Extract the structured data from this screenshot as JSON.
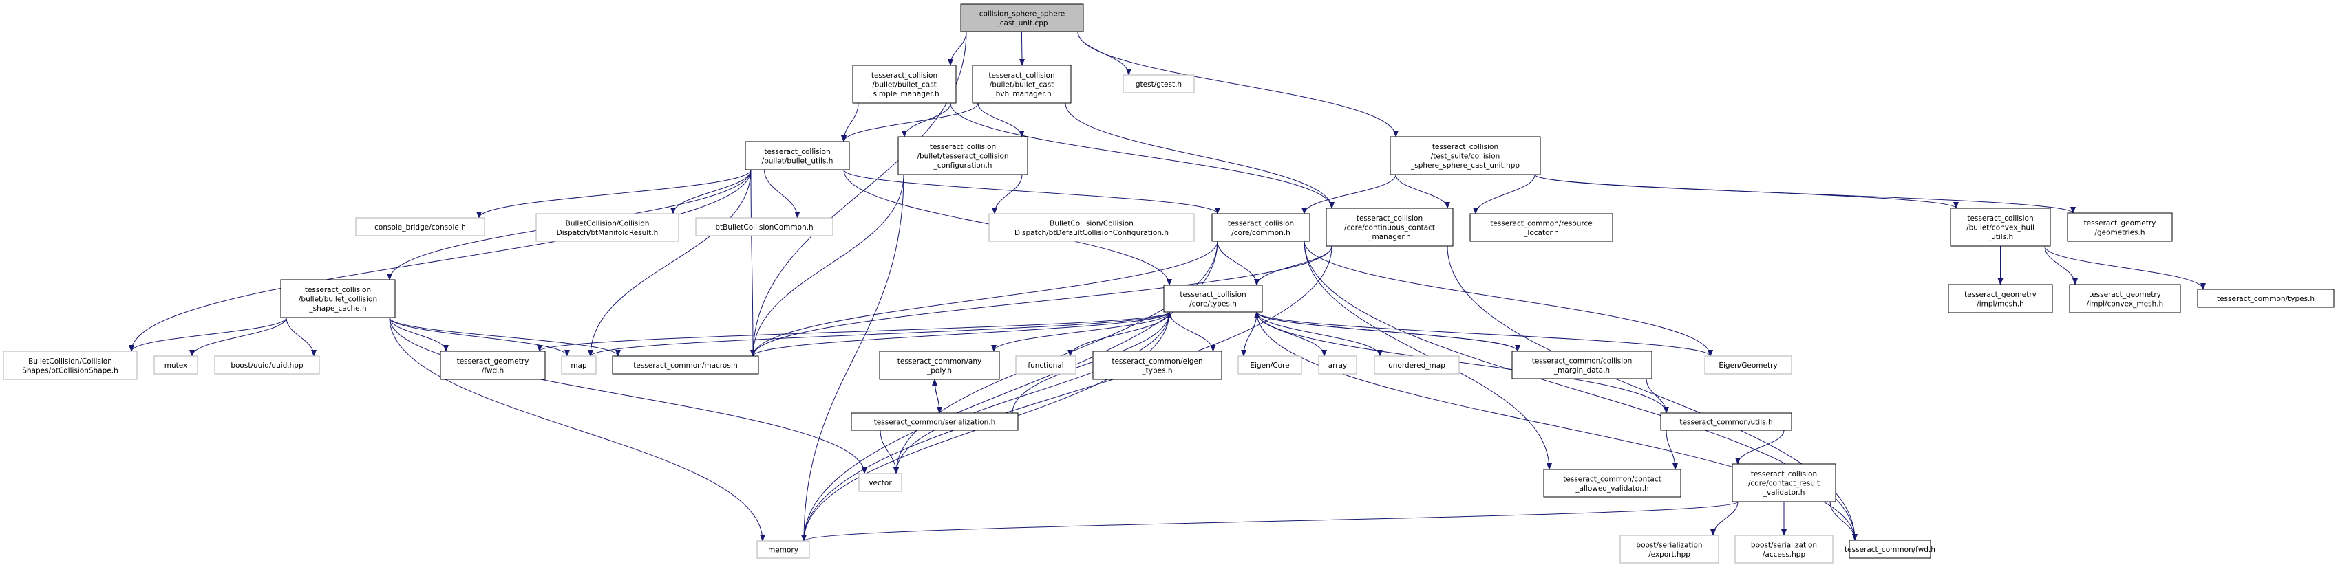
{
  "graph": {
    "edge_color": "#191970",
    "root_fill": "#bfbfbf",
    "documented_border": "#000000",
    "external_border": "#bfbfbf",
    "nodes": [
      {
        "id": "root",
        "lines": [
          "collision_sphere_sphere",
          "_cast_unit.cpp"
        ],
        "kind": "root"
      },
      {
        "id": "simple_mgr",
        "lines": [
          "tesseract_collision",
          "/bullet/bullet_cast",
          "_simple_manager.h"
        ],
        "kind": "doc"
      },
      {
        "id": "bvh_mgr",
        "lines": [
          "tesseract_collision",
          "/bullet/bullet_cast",
          "_bvh_manager.h"
        ],
        "kind": "doc"
      },
      {
        "id": "gtest",
        "lines": [
          "gtest/gtest.h"
        ],
        "kind": "ext"
      },
      {
        "id": "bullet_utils",
        "lines": [
          "tesseract_collision",
          "/bullet/bullet_utils.h"
        ],
        "kind": "doc"
      },
      {
        "id": "config",
        "lines": [
          "tesseract_collision",
          "/bullet/tesseract_collision",
          "_configuration.h"
        ],
        "kind": "doc"
      },
      {
        "id": "test_suite",
        "lines": [
          "tesseract_collision",
          "/test_suite/collision",
          "_sphere_sphere_cast_unit.hpp"
        ],
        "kind": "doc"
      },
      {
        "id": "console",
        "lines": [
          "console_bridge/console.h"
        ],
        "kind": "ext"
      },
      {
        "id": "manifold",
        "lines": [
          "BulletCollision/Collision",
          "Dispatch/btManifoldResult.h"
        ],
        "kind": "ext"
      },
      {
        "id": "btcommon",
        "lines": [
          "btBulletCollisionCommon.h"
        ],
        "kind": "ext"
      },
      {
        "id": "btdefault",
        "lines": [
          "BulletCollision/Collision",
          "Dispatch/btDefaultCollisionConfiguration.h"
        ],
        "kind": "ext"
      },
      {
        "id": "core_common",
        "lines": [
          "tesseract_collision",
          "/core/common.h"
        ],
        "kind": "doc"
      },
      {
        "id": "ccm",
        "lines": [
          "tesseract_collision",
          "/core/continuous_contact",
          "_manager.h"
        ],
        "kind": "doc"
      },
      {
        "id": "resource",
        "lines": [
          "tesseract_common/resource",
          "_locator.h"
        ],
        "kind": "doc"
      },
      {
        "id": "convex_hull",
        "lines": [
          "tesseract_collision",
          "/bullet/convex_hull",
          "_utils.h"
        ],
        "kind": "doc"
      },
      {
        "id": "geometries",
        "lines": [
          "tesseract_geometry",
          "/geometries.h"
        ],
        "kind": "doc"
      },
      {
        "id": "shape_cache",
        "lines": [
          "tesseract_collision",
          "/bullet/bullet_collision",
          "_shape_cache.h"
        ],
        "kind": "doc"
      },
      {
        "id": "mesh",
        "lines": [
          "tesseract_geometry",
          "/impl/mesh.h"
        ],
        "kind": "doc"
      },
      {
        "id": "convex_mesh",
        "lines": [
          "tesseract_geometry",
          "/impl/convex_mesh.h"
        ],
        "kind": "doc"
      },
      {
        "id": "common_types",
        "lines": [
          "tesseract_common/types.h"
        ],
        "kind": "doc"
      },
      {
        "id": "core_types",
        "lines": [
          "tesseract_collision",
          "/core/types.h"
        ],
        "kind": "doc"
      },
      {
        "id": "btshape",
        "lines": [
          "BulletCollision/Collision",
          "Shapes/btCollisionShape.h"
        ],
        "kind": "ext"
      },
      {
        "id": "mutex",
        "lines": [
          "mutex"
        ],
        "kind": "ext"
      },
      {
        "id": "uuid",
        "lines": [
          "boost/uuid/uuid.hpp"
        ],
        "kind": "ext"
      },
      {
        "id": "geom_fwd",
        "lines": [
          "tesseract_geometry",
          "/fwd.h"
        ],
        "kind": "doc"
      },
      {
        "id": "map",
        "lines": [
          "map"
        ],
        "kind": "ext"
      },
      {
        "id": "macros",
        "lines": [
          "tesseract_common/macros.h"
        ],
        "kind": "doc"
      },
      {
        "id": "any_poly",
        "lines": [
          "tesseract_common/any",
          "_poly.h"
        ],
        "kind": "doc"
      },
      {
        "id": "functional",
        "lines": [
          "functional"
        ],
        "kind": "ext"
      },
      {
        "id": "eigen_types",
        "lines": [
          "tesseract_common/eigen",
          "_types.h"
        ],
        "kind": "doc"
      },
      {
        "id": "eigen_core",
        "lines": [
          "Eigen/Core"
        ],
        "kind": "ext"
      },
      {
        "id": "array",
        "lines": [
          "array"
        ],
        "kind": "ext"
      },
      {
        "id": "unordered_map",
        "lines": [
          "unordered_map"
        ],
        "kind": "ext"
      },
      {
        "id": "margin",
        "lines": [
          "tesseract_common/collision",
          "_margin_data.h"
        ],
        "kind": "doc"
      },
      {
        "id": "eigen_geometry",
        "lines": [
          "Eigen/Geometry"
        ],
        "kind": "ext"
      },
      {
        "id": "serialization",
        "lines": [
          "tesseract_common/serialization.h"
        ],
        "kind": "doc"
      },
      {
        "id": "utils",
        "lines": [
          "tesseract_common/utils.h"
        ],
        "kind": "doc"
      },
      {
        "id": "vector",
        "lines": [
          "vector"
        ],
        "kind": "ext"
      },
      {
        "id": "allowed_validator",
        "lines": [
          "tesseract_common/contact",
          "_allowed_validator.h"
        ],
        "kind": "doc"
      },
      {
        "id": "result_validator",
        "lines": [
          "tesseract_collision",
          "/core/contact_result",
          "_validator.h"
        ],
        "kind": "doc"
      },
      {
        "id": "memory",
        "lines": [
          "memory"
        ],
        "kind": "ext"
      },
      {
        "id": "export",
        "lines": [
          "boost/serialization",
          "/export.hpp"
        ],
        "kind": "ext"
      },
      {
        "id": "access",
        "lines": [
          "boost/serialization",
          "/access.hpp"
        ],
        "kind": "ext"
      },
      {
        "id": "common_fwd",
        "lines": [
          "tesseract_common/fwd.h"
        ],
        "kind": "doc"
      }
    ],
    "edges": [
      [
        "root",
        "simple_mgr"
      ],
      [
        "root",
        "bvh_mgr"
      ],
      [
        "root",
        "gtest"
      ],
      [
        "root",
        "test_suite"
      ],
      [
        "root",
        "macros"
      ],
      [
        "simple_mgr",
        "bullet_utils"
      ],
      [
        "simple_mgr",
        "config"
      ],
      [
        "simple_mgr",
        "ccm"
      ],
      [
        "bvh_mgr",
        "bullet_utils"
      ],
      [
        "bvh_mgr",
        "config"
      ],
      [
        "bvh_mgr",
        "ccm"
      ],
      [
        "bullet_utils",
        "console"
      ],
      [
        "bullet_utils",
        "manifold"
      ],
      [
        "bullet_utils",
        "btcommon"
      ],
      [
        "bullet_utils",
        "shape_cache"
      ],
      [
        "bullet_utils",
        "btshape"
      ],
      [
        "bullet_utils",
        "core_common"
      ],
      [
        "bullet_utils",
        "core_types"
      ],
      [
        "bullet_utils",
        "macros"
      ],
      [
        "bullet_utils",
        "map"
      ],
      [
        "config",
        "btdefault"
      ],
      [
        "config",
        "macros"
      ],
      [
        "config",
        "memory"
      ],
      [
        "test_suite",
        "core_common"
      ],
      [
        "test_suite",
        "ccm"
      ],
      [
        "test_suite",
        "resource"
      ],
      [
        "test_suite",
        "convex_hull"
      ],
      [
        "test_suite",
        "geometries"
      ],
      [
        "convex_hull",
        "mesh"
      ],
      [
        "convex_hull",
        "convex_mesh"
      ],
      [
        "convex_hull",
        "common_types"
      ],
      [
        "shape_cache",
        "btshape"
      ],
      [
        "shape_cache",
        "mutex"
      ],
      [
        "shape_cache",
        "uuid"
      ],
      [
        "shape_cache",
        "geom_fwd"
      ],
      [
        "shape_cache",
        "map"
      ],
      [
        "shape_cache",
        "macros"
      ],
      [
        "shape_cache",
        "memory"
      ],
      [
        "shape_cache",
        "vector"
      ],
      [
        "core_common",
        "core_types"
      ],
      [
        "core_common",
        "macros"
      ],
      [
        "core_common",
        "eigen_geometry"
      ],
      [
        "core_common",
        "vector"
      ],
      [
        "core_common",
        "memory"
      ],
      [
        "core_common",
        "common_fwd"
      ],
      [
        "core_common",
        "allowed_validator"
      ],
      [
        "ccm",
        "core_types"
      ],
      [
        "ccm",
        "macros"
      ],
      [
        "ccm",
        "common_fwd"
      ],
      [
        "ccm",
        "memory"
      ],
      [
        "core_types",
        "geom_fwd"
      ],
      [
        "core_types",
        "map"
      ],
      [
        "core_types",
        "macros"
      ],
      [
        "core_types",
        "any_poly"
      ],
      [
        "core_types",
        "functional"
      ],
      [
        "core_types",
        "eigen_types"
      ],
      [
        "core_types",
        "eigen_core"
      ],
      [
        "core_types",
        "array"
      ],
      [
        "core_types",
        "unordered_map"
      ],
      [
        "core_types",
        "margin"
      ],
      [
        "core_types",
        "eigen_geometry"
      ],
      [
        "core_types",
        "vector"
      ],
      [
        "core_types",
        "memory"
      ],
      [
        "core_types",
        "common_fwd"
      ],
      [
        "any_poly",
        "serialization"
      ],
      [
        "serialization",
        "any_poly"
      ],
      [
        "serialization",
        "core_types"
      ],
      [
        "serialization",
        "vector"
      ],
      [
        "margin",
        "core_types"
      ],
      [
        "margin",
        "utils"
      ],
      [
        "utils",
        "core_types"
      ],
      [
        "utils",
        "allowed_validator"
      ],
      [
        "utils",
        "result_validator"
      ],
      [
        "result_validator",
        "export"
      ],
      [
        "result_validator",
        "access"
      ],
      [
        "result_validator",
        "common_fwd"
      ],
      [
        "result_validator",
        "memory"
      ]
    ]
  }
}
